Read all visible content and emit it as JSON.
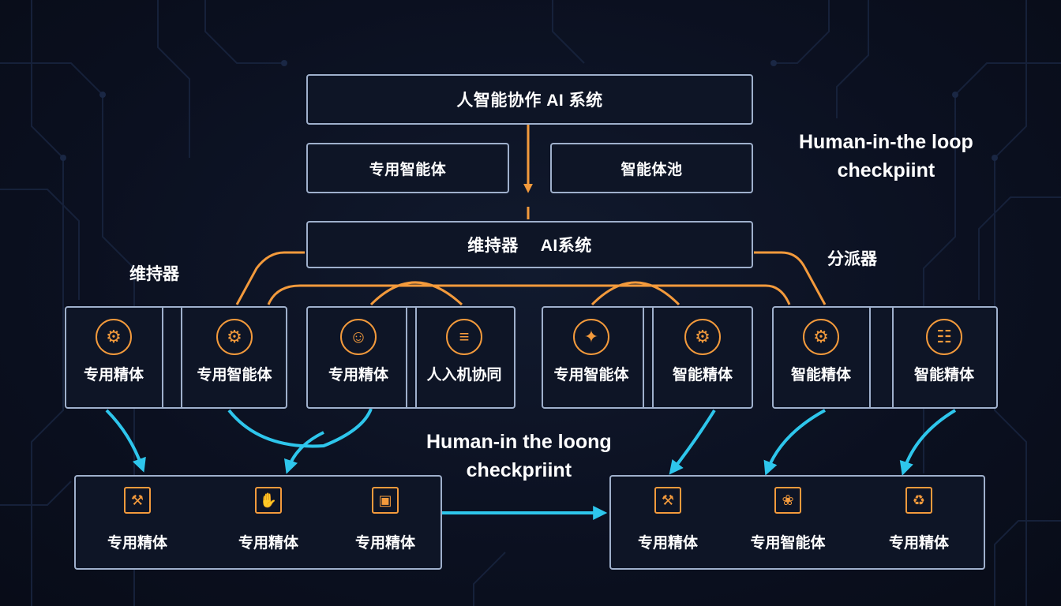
{
  "top_system": "人智能协作 AI 系统",
  "sub_left": "专用智能体",
  "sub_right": "智能体池",
  "right_caption": [
    "Human-in-the loop",
    "checkpiint"
  ],
  "mid_system_left": "维持器",
  "mid_system_right": "AI系统",
  "left_caption": "维持器",
  "right_side_caption": "分派器",
  "center_caption": [
    "Human-in the loong",
    "checkpriint"
  ],
  "groups": [
    {
      "cells": [
        {
          "label": "专用精体",
          "icon": "circuit-icon"
        },
        {
          "label": "专用智能体",
          "icon": "gear-icon"
        }
      ]
    },
    {
      "cells": [
        {
          "label": "专用精体",
          "icon": "person-icon"
        },
        {
          "label": "人入机协同",
          "icon": "document-icon"
        }
      ]
    },
    {
      "cells": [
        {
          "label": "专用智能体",
          "icon": "star-icon"
        },
        {
          "label": "智能精体",
          "icon": "gear-icon"
        }
      ]
    },
    {
      "cells": [
        {
          "label": "智能精体",
          "icon": "gear-icon"
        },
        {
          "label": "智能精体",
          "icon": "circuit-icon"
        }
      ]
    }
  ],
  "bottom_left": [
    {
      "label": "专用精体",
      "icon": "tools-icon"
    },
    {
      "label": "专用精体",
      "icon": "hand-icon"
    },
    {
      "label": "专用精体",
      "icon": "chip-icon"
    }
  ],
  "bottom_right": [
    {
      "label": "专用精体",
      "icon": "tools-icon"
    },
    {
      "label": "专用智能体",
      "icon": "brain-icon"
    },
    {
      "label": "专用精体",
      "icon": "recycle-icon"
    }
  ],
  "colors": {
    "orange": "#f39a3c",
    "cyan": "#2ec6ec",
    "border": "#9fb0cc",
    "background": "#0b1020"
  }
}
